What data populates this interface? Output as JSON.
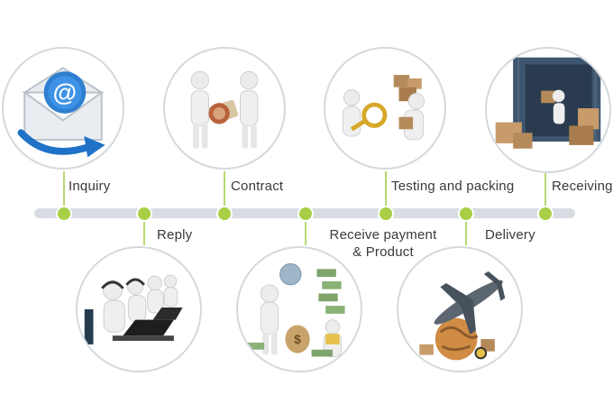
{
  "steps": [
    {
      "id": "inquiry",
      "label": "Inquiry",
      "icon": "email-at-icon"
    },
    {
      "id": "reply",
      "label": "Reply",
      "icon": "call-center-icon"
    },
    {
      "id": "contract",
      "label": "Contract",
      "icon": "handshake-contract-icon"
    },
    {
      "id": "payment",
      "label_line1": "Receive payment",
      "label_line2": "& Product",
      "icon": "payment-money-icon"
    },
    {
      "id": "testing",
      "label": "Testing and packing",
      "icon": "inspect-box-icon"
    },
    {
      "id": "delivery",
      "label": "Delivery",
      "icon": "airplane-globe-icon"
    },
    {
      "id": "receiving",
      "label": "Receiving",
      "icon": "container-unload-icon"
    }
  ],
  "colors": {
    "timeline": "#d9dde3",
    "node": "#a8cf45",
    "text": "#3a3a3a",
    "circle_border": "#d4d9dd"
  }
}
